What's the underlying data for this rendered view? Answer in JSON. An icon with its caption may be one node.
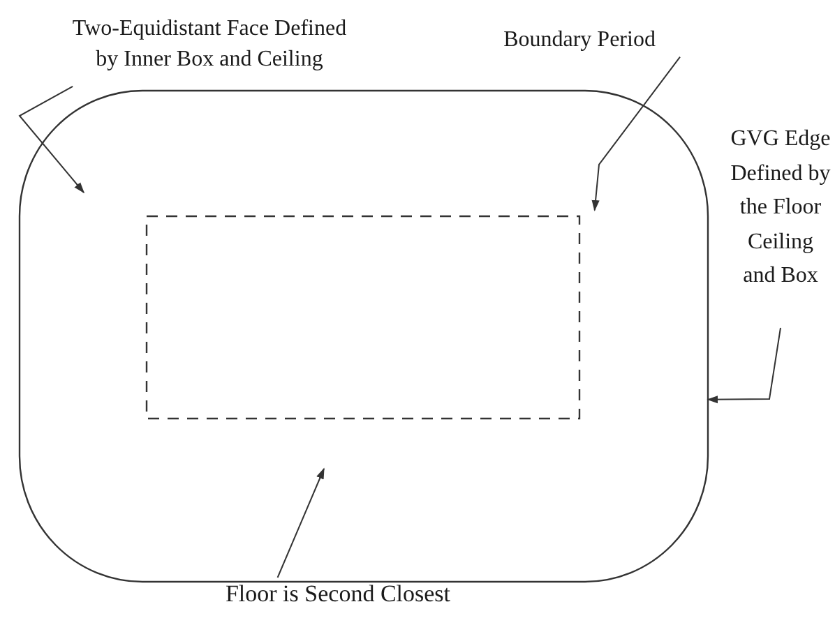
{
  "diagram": {
    "nodes": [
      {
        "text": [],
        "shape": "box"
      },
      {
        "text": [],
        "shape": "box",
        "in": 0
      },
      {
        "text": [
          "Two-Equidistant Face Defined by Inner Box and Ceiling"
        ]
      },
      {
        "text": [
          "Boundary Period"
        ]
      },
      {
        "text": [
          "GVG Edge Defined by the Floor Ceiling and Box"
        ]
      },
      {
        "text": [
          "Floor is Second Closest"
        ]
      }
    ],
    "edges": [
      {
        "from": 2,
        "to": null,
        "arrow": "to"
      },
      {
        "from": 3,
        "to": 1,
        "arrow": "to"
      },
      {
        "from": 4,
        "to": 0,
        "arrow": "to"
      },
      {
        "from": 5,
        "to": null,
        "arrow": "to"
      }
    ]
  }
}
